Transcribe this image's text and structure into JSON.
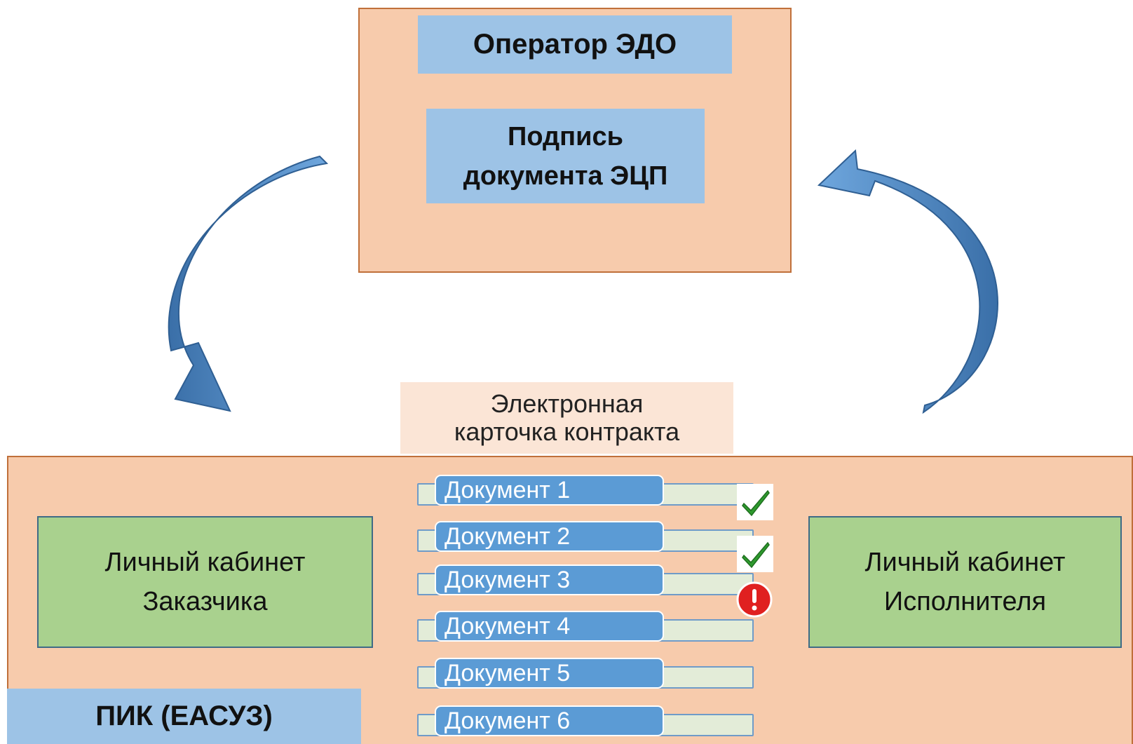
{
  "colors": {
    "platform_fill": "#f7cbac",
    "label_blue": "#9dc3e6",
    "cabinet_green": "#a9d18e",
    "card_label_fill": "#fbe5d6",
    "doc_pill_blue": "#5b9bd5",
    "arrow_blue": "#4f86c6",
    "check_green": "#2e9a2e",
    "alert_red": "#e02020"
  },
  "operator": {
    "title": "Оператор ЭДО",
    "signature_line1": "Подпись",
    "signature_line2": "документа ЭЦП"
  },
  "contract_card": {
    "label_line1": "Электронная",
    "label_line2": "карточка контракта"
  },
  "customer_cabinet": {
    "line1": "Личный кабинет",
    "line2": "Заказчика"
  },
  "executor_cabinet": {
    "line1": "Личный кабинет",
    "line2": "Исполнителя"
  },
  "platform": {
    "label": "ПИК (ЕАСУЗ)"
  },
  "documents": [
    {
      "label": "Документ 1",
      "status": "check-icon"
    },
    {
      "label": "Документ 2",
      "status": "check-icon"
    },
    {
      "label": "Документ 3",
      "status": "alert-icon"
    },
    {
      "label": "Документ 4",
      "status": ""
    },
    {
      "label": "Документ 5",
      "status": ""
    },
    {
      "label": "Документ 6",
      "status": ""
    }
  ]
}
